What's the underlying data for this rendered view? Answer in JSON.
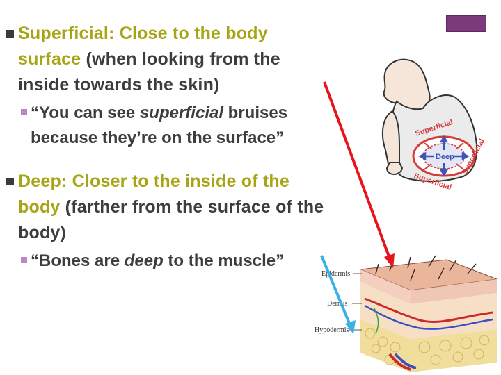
{
  "bullets": {
    "superficial": {
      "term": "Superficial: Close to the body surface",
      "rest": " (when looking from the inside towards the skin)",
      "sub": {
        "before": "“You can see ",
        "em": "superficial",
        "after": " bruises because they’re on the surface”"
      }
    },
    "deep": {
      "term": "Deep: Closer to the inside of the body",
      "rest": " (farther from the surface of the body)",
      "sub": {
        "before": "“Bones are ",
        "em": "deep",
        "after": " to the muscle”"
      }
    }
  },
  "torso_diagram": {
    "labels": {
      "outer_top": "Superficial",
      "outer_right": "Superficial",
      "outer_bottom": "Superficial",
      "center": "Deep"
    }
  },
  "skin_diagram": {
    "layers": [
      "Epidermis",
      "Dermis",
      "Hypodermis"
    ]
  },
  "colors": {
    "highlight": "#a7a516",
    "body_text": "#3d3d3d",
    "accent_box": "#7a3a7c",
    "red_arrow": "#e8141b",
    "blue_arrow": "#3ab0e6",
    "sub_bullet": "#c084c8"
  }
}
